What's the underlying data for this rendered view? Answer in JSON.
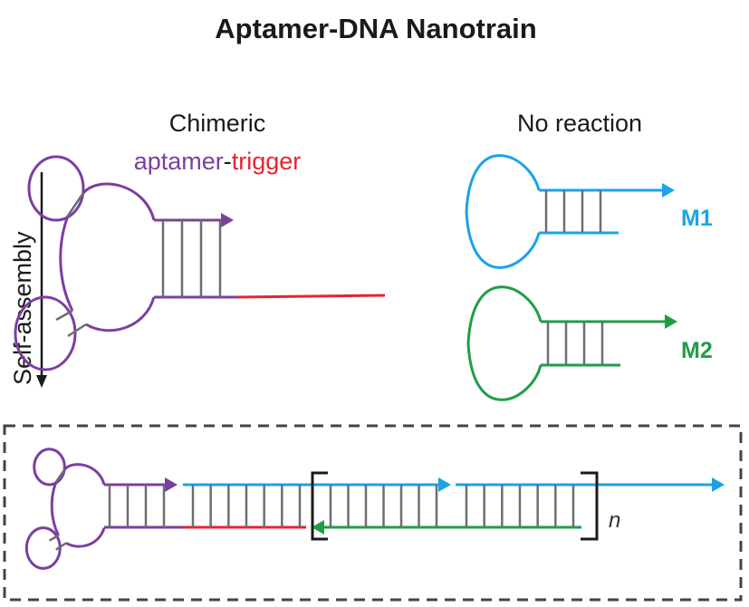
{
  "title": "Aptamer-DNA Nanotrain",
  "left_panel": {
    "heading": "Chimeric",
    "subheading_part1": "aptamer",
    "subheading_sep": "-",
    "subheading_part2": "trigger"
  },
  "right_panel": {
    "heading": "No reaction",
    "hairpins": [
      {
        "label": "M1",
        "color": "#1aa3e8"
      },
      {
        "label": "M2",
        "color": "#1e9e48"
      }
    ]
  },
  "side_label": "Self-assembly",
  "product": {
    "repeat_label": "n"
  },
  "colors": {
    "aptamer": "#7b3fa0",
    "trigger": "#e8232e",
    "m1": "#1aa3e8",
    "m2": "#1e9e48",
    "base_pair": "#6e6e6e",
    "text": "#1a1a1a",
    "bracket": "#1a1a1a",
    "dashed_box": "#444444"
  }
}
